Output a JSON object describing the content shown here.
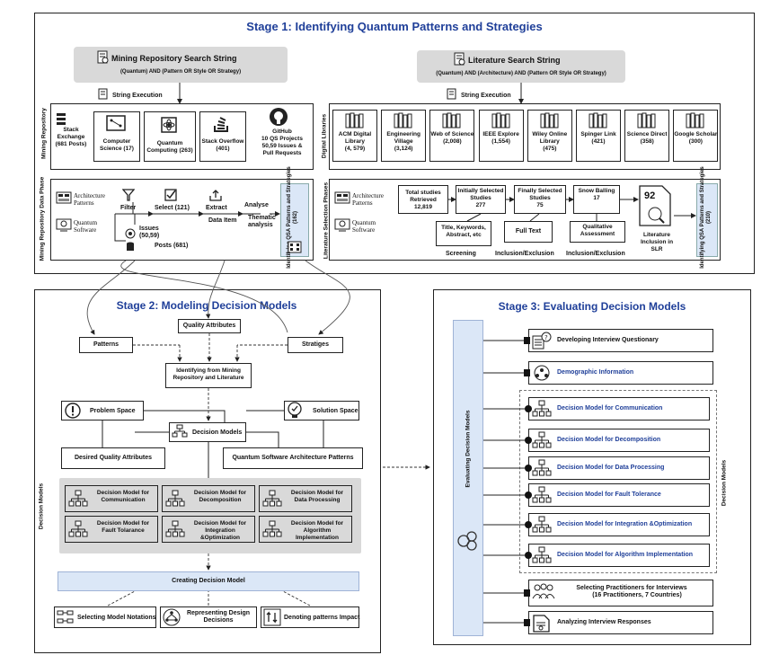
{
  "stage1": {
    "title": "Stage 1: Identifying Quantum Patterns and Strategies",
    "mining_search": {
      "title": "Mining Repository Search String",
      "query": "(Quantum) AND (Pattern OR Style OR Strategy)"
    },
    "literature_search": {
      "title": "Literature Search String",
      "query": "(Quantum) AND (Architecture) AND (Pattern OR Style OR Strategy)"
    },
    "string_execution": "String Execution",
    "mining_repositories_label": "Mining Repository",
    "repos": [
      {
        "name": "Stack Exchange",
        "count": "(681 Posts)"
      },
      {
        "name": "Computer Science",
        "count": "(17)"
      },
      {
        "name": "Quantum Computing",
        "count": "(263)"
      },
      {
        "name": "Stack Overflow",
        "count": "(401)"
      }
    ],
    "github": {
      "name": "GitHub",
      "line1": "10 QS Projects",
      "line2": "50,59 Issues &",
      "line3": "Pull Requests"
    },
    "digital_libraries_label": "Digital Libraries",
    "libraries": [
      {
        "name": "ACM Digital Library",
        "count": "(4, 579)"
      },
      {
        "name": "Engineering Village",
        "count": "(3,124)"
      },
      {
        "name": "Web of Science",
        "count": "(2,008)"
      },
      {
        "name": "IEEE Explore",
        "count": "(1,554)"
      },
      {
        "name": "Wiley Online Library",
        "count": "(475)"
      },
      {
        "name": "Spinger Link",
        "count": "(421)"
      },
      {
        "name": "Science Direct",
        "count": "(358)"
      },
      {
        "name": "Google Scholar",
        "count": "(300)"
      }
    ],
    "mining_phase_label": "Mining Repository Data Phase",
    "architecture_patterns": "Architecture Patterns",
    "quantum_software": "Quantum Software",
    "filter": "Filter",
    "select": "Select (121)",
    "extract": "Extract",
    "analyse": "Analyse",
    "issues": "Issues (50,59)",
    "posts": "Posts (681)",
    "data_item": "Data Item",
    "thematic": "Thematic analysis",
    "identifying_qsa_mining": "Identifying QSA Patterns and Strategies (162)",
    "literature_phase_label": "Literature Selection Phases",
    "total_studies": {
      "label": "Total studies Retrieved",
      "value": "12,819"
    },
    "initially_selected": {
      "label": "Initially Selected Studies",
      "value": "277"
    },
    "finally_selected": {
      "label": "Finally Selected Studies",
      "value": "75"
    },
    "snow_balling": {
      "label": "Snow Balling",
      "value": "17"
    },
    "literature_inclusion": {
      "value": "92",
      "label": "Literature Inclusion in SLR"
    },
    "title_keywords": "Title, Keywords, Abstract, etc",
    "full_text": "Full Text",
    "qualitative": "Qualitative Assessment",
    "screening": "Screening",
    "inclusion_exclusion_1": "Inclusion/Exclusion",
    "inclusion_exclusion_2": "Inclusion/Exclusion",
    "identifying_qsa_lit": "Identifying QSA Patterns and Strategies (210)"
  },
  "stage2": {
    "title": "Stage 2: Modeling Decision Models",
    "quality_attributes": "Quality Attributes",
    "patterns": "Patterns",
    "strategies": "Stratiges",
    "identifying": "Identifying from Mining Repository and Literature",
    "problem_space": "Problem Space",
    "solution_space": "Solution Space",
    "decision_models": "Decision Models",
    "desired_qa": "Desired Quality Attributes",
    "qsa_patterns": "Quantum Software Architecture Patterns",
    "side_label": "Decision Models",
    "models": [
      "Decision Model for Communication",
      "Decision Model for Decomposition",
      "Decision Model for Data Processing",
      "Decision Model for Fault Tolarance",
      "Decision Model for Integration &Optimization",
      "Decision Model for Algorithm Implementation"
    ],
    "creating": "Creating Decision Model",
    "notations": "Selecting Model Notations",
    "representing": "Representing Design Decisions",
    "denoting": "Denoting patterns Impact"
  },
  "stage3": {
    "title": "Stage 3: Evaluating Decision Models",
    "bar_label": "Evaluating Decision Models",
    "side_label": "Decision Models",
    "items": [
      "Developing Interview Questionary",
      "Demographic Information",
      "Decision Model for Communication",
      "Decision Model for Decomposition",
      "Decision Model for Data Processing",
      "Decision Model for Fault Tolerance",
      "Decision Model for Integration &Optimization",
      "Decision Model for Algorithm Implementation",
      "Selecting Practitioners for Interviews",
      "Analyzing Interview Responses"
    ],
    "practitioners_detail": "(16 Practitioners, 7 Countries)"
  },
  "colors": {
    "title_blue": "#1f3f99",
    "panel_gray": "#d9d9d9",
    "light_blue": "#dbe7f7"
  }
}
